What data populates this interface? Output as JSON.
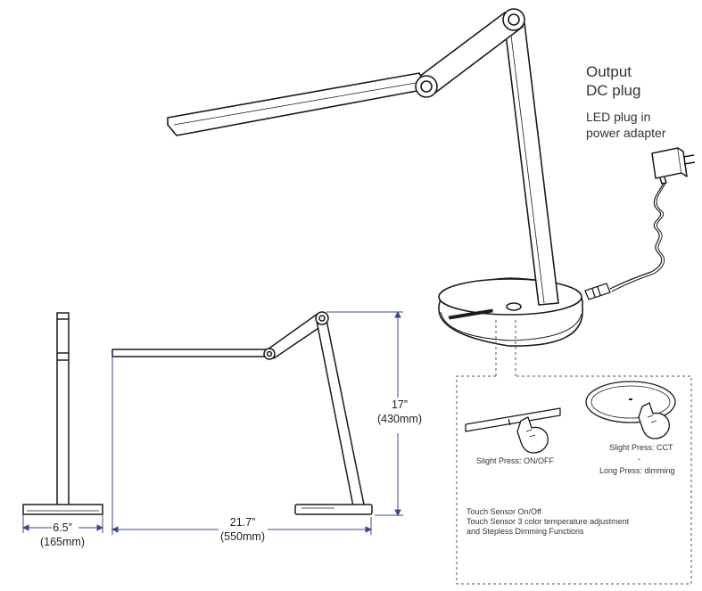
{
  "labels": {
    "output_line1": "Output",
    "output_line2": "DC plug",
    "led_line1": "LED plug in",
    "led_line2": "power adapter",
    "height_in": "17”",
    "height_mm": "(430mm)",
    "base_in": "6.5”",
    "base_mm": "(165mm)",
    "reach_in": "21.7”",
    "reach_mm": "(550mm)",
    "slight_press_onoff": "Slight Press: ON/OFF",
    "slight_press_cct": "Slight Press: CCT",
    "separator": "-",
    "long_press": "Long Press: dimming",
    "touch_line1": "Touch Sensor On/Off",
    "touch_line2": "Touch Sensor 3 color temperature adjustment",
    "touch_line3": "and Stepless Dimming Functions"
  },
  "colors": {
    "line": "#1a1a1a",
    "dimension": "#3b4a8a",
    "callout_border": "#555555"
  }
}
